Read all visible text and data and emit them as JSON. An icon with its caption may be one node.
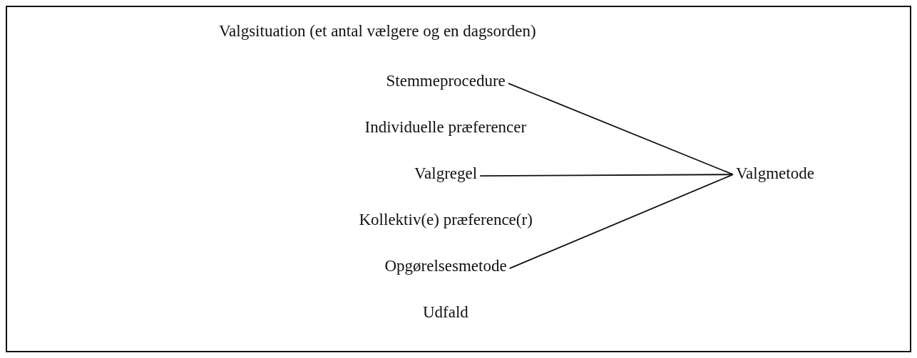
{
  "diagram": {
    "nodes": [
      {
        "text": [
          "Valgsituation (et antal vælgere og en dagsorden)"
        ]
      },
      {
        "text": [
          "Stemmeprocedure"
        ],
        "in": 0
      },
      {
        "text": [
          "Individuelle præferencer"
        ],
        "in": 0
      },
      {
        "text": [
          "Valgregel"
        ],
        "in": 0
      },
      {
        "text": [
          "Kollektiv(e) præference(r)"
        ],
        "in": 0
      },
      {
        "text": [
          "Opgørelsesmetode"
        ],
        "in": 0
      },
      {
        "text": [
          "Udfald"
        ],
        "in": 0
      },
      {
        "text": [
          "Valgmetode"
        ],
        "in": 0
      }
    ],
    "edges": [
      {
        "from": 1,
        "to": 7,
        "arrow": "none"
      },
      {
        "from": 3,
        "to": 7,
        "arrow": "none"
      },
      {
        "from": 5,
        "to": 7,
        "arrow": "none"
      }
    ]
  }
}
